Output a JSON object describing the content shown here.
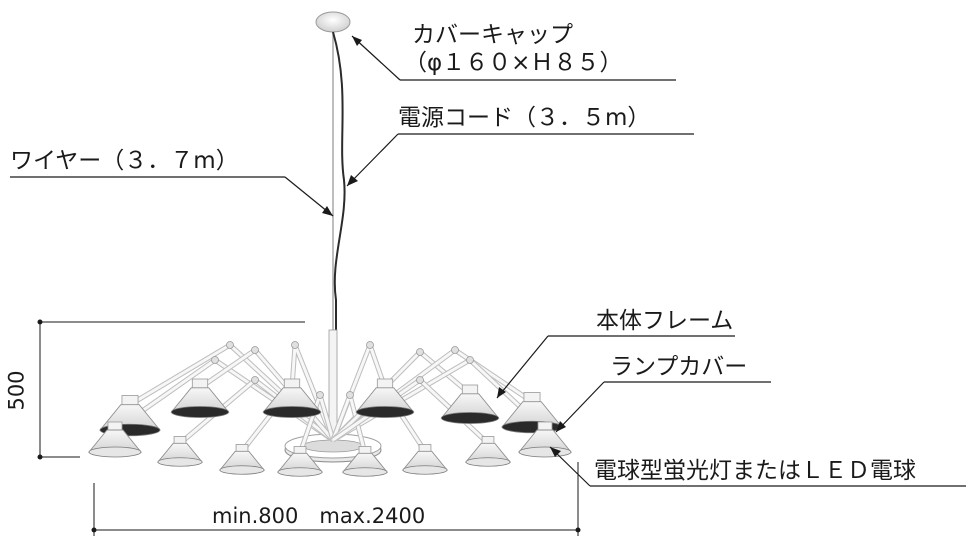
{
  "labels": {
    "cover_cap": "カバーキャップ",
    "cover_cap_size": "（φ１６０×Ｈ８５）",
    "power_cord": "電源コード（３．５m）",
    "wire": "ワイヤー（３．７m）",
    "body_frame": "本体フレーム",
    "lamp_cover": "ランプカバー",
    "bulb": "電球型蛍光灯またはＬＥＤ電球"
  },
  "dimensions": {
    "height": "500",
    "width": "min.800　max.2400"
  },
  "colors": {
    "lines": "#1a1a1a",
    "lamp_white": "#f2f2f2",
    "lamp_shade_inner": "#2a2a2a"
  }
}
